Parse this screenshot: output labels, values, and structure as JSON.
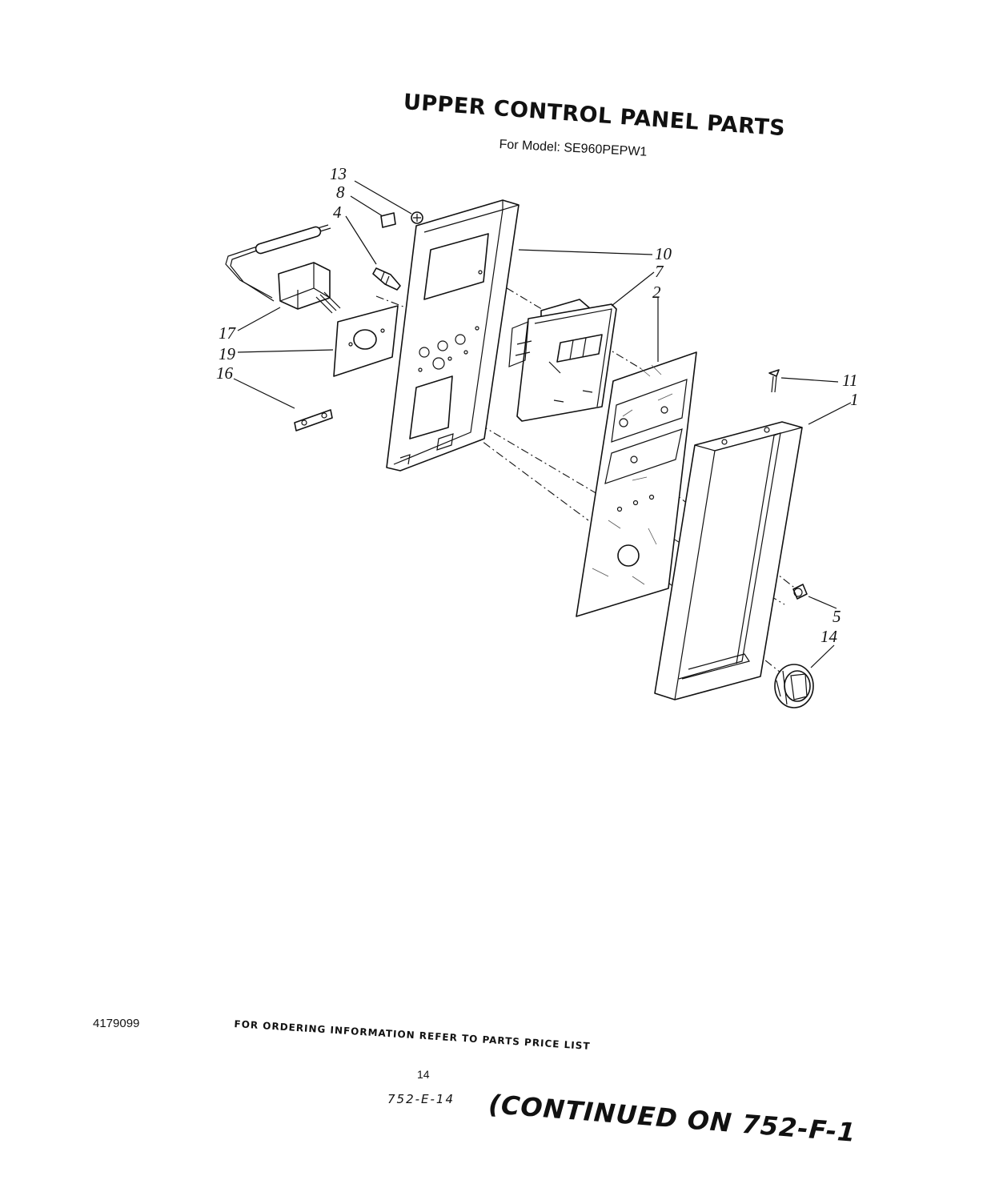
{
  "title": "UPPER CONTROL PANEL PARTS",
  "subtitle": "For Model: SE960PEPW1",
  "footer": {
    "doc_number": "4179099",
    "ordering_info": "FOR ORDERING INFORMATION REFER TO PARTS PRICE LIST",
    "page_number": "14",
    "ref_code": "752-E-14",
    "continued": "(CONTINUED ON 752-F-1"
  },
  "callouts": [
    {
      "id": "13",
      "label": "13"
    },
    {
      "id": "8",
      "label": "8"
    },
    {
      "id": "4",
      "label": "4"
    },
    {
      "id": "10",
      "label": "10"
    },
    {
      "id": "7",
      "label": "7"
    },
    {
      "id": "2",
      "label": "2"
    },
    {
      "id": "11",
      "label": "11"
    },
    {
      "id": "1",
      "label": "1"
    },
    {
      "id": "17",
      "label": "17"
    },
    {
      "id": "19",
      "label": "19"
    },
    {
      "id": "16",
      "label": "16"
    },
    {
      "id": "5",
      "label": "5"
    },
    {
      "id": "14",
      "label": "14"
    }
  ]
}
